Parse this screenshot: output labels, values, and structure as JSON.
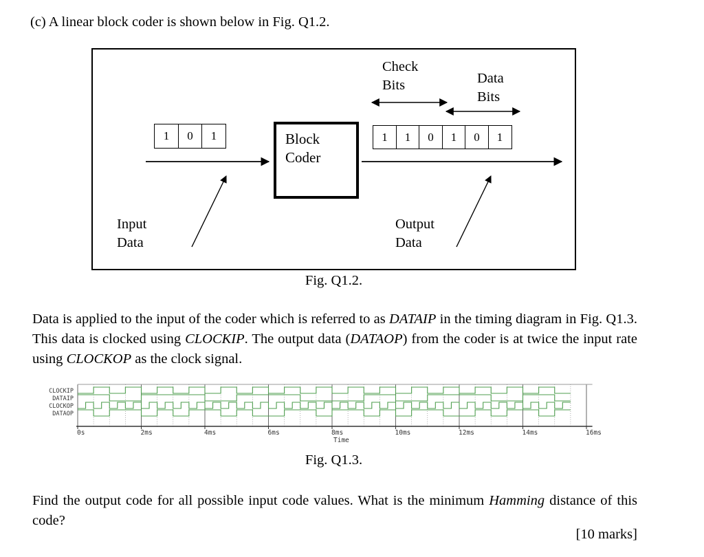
{
  "page": {
    "intro": "(c) A linear block coder is shown below in Fig. Q1.2.",
    "fig2": {
      "input_bits": [
        "1",
        "0",
        "1"
      ],
      "output_bits": [
        "1",
        "1",
        "0",
        "1",
        "0",
        "1"
      ],
      "block_label": [
        "Block",
        "Coder"
      ],
      "check_label": [
        "Check",
        "Bits"
      ],
      "data_label": [
        "Data",
        "Bits"
      ],
      "input_label": [
        "Input",
        "Data"
      ],
      "output_label": [
        "Output",
        "Data"
      ],
      "caption": "Fig. Q1.2."
    },
    "para1": {
      "r0": "Data is applied to the input of the coder which is referred to as ",
      "r1": "DATAIP",
      "r2": " in the timing diagram in Fig. Q1.3. This data is clocked using ",
      "r3": "CLOCKIP",
      "r4": ". The output data (",
      "r5": "DATAOP",
      "r6": ") from the coder is at twice the input rate using ",
      "r7": "CLOCKOP",
      "r8": " as the clock signal."
    },
    "fig3_caption": "Fig. Q1.3.",
    "para2": {
      "r0": "Find the output code for all possible input code values. What is the minimum ",
      "r1": "Hamming",
      "r2": " distance of this code?"
    },
    "marks": "[10 marks]"
  },
  "chart_data": {
    "type": "timing-diagram",
    "title": "Fig. Q1.3.",
    "xlabel": "Time",
    "x_ticks": [
      "0s",
      "2ms",
      "4ms",
      "6ms",
      "8ms",
      "10ms",
      "12ms",
      "14ms",
      "16ms"
    ],
    "tick_interval_ms": 2,
    "x_end_ms": 16.1,
    "wave_end_ms": 15.5,
    "wave_color": "#4e9e4e",
    "grid_minor_ms": 0.5,
    "signals": [
      {
        "name": "CLOCKIP",
        "kind": "clock",
        "period_ms": 1,
        "start_level": 0
      },
      {
        "name": "DATAIP",
        "kind": "data",
        "step_ms": 1,
        "levels": [
          1,
          0,
          1,
          1,
          0,
          1,
          1,
          0,
          0,
          1,
          0,
          1,
          1,
          0,
          1,
          0
        ]
      },
      {
        "name": "CLOCKOP",
        "kind": "clock",
        "period_ms": 0.5,
        "start_level": 0
      },
      {
        "name": "DATAOP",
        "kind": "data",
        "step_ms": 0.5,
        "levels": [
          1,
          0,
          1,
          1,
          0,
          1,
          0,
          1,
          1,
          0,
          1,
          0,
          0,
          1,
          1,
          0,
          1,
          1,
          0,
          1,
          0,
          1,
          1,
          0,
          0,
          1,
          0,
          1,
          1,
          0,
          1
        ]
      }
    ]
  }
}
